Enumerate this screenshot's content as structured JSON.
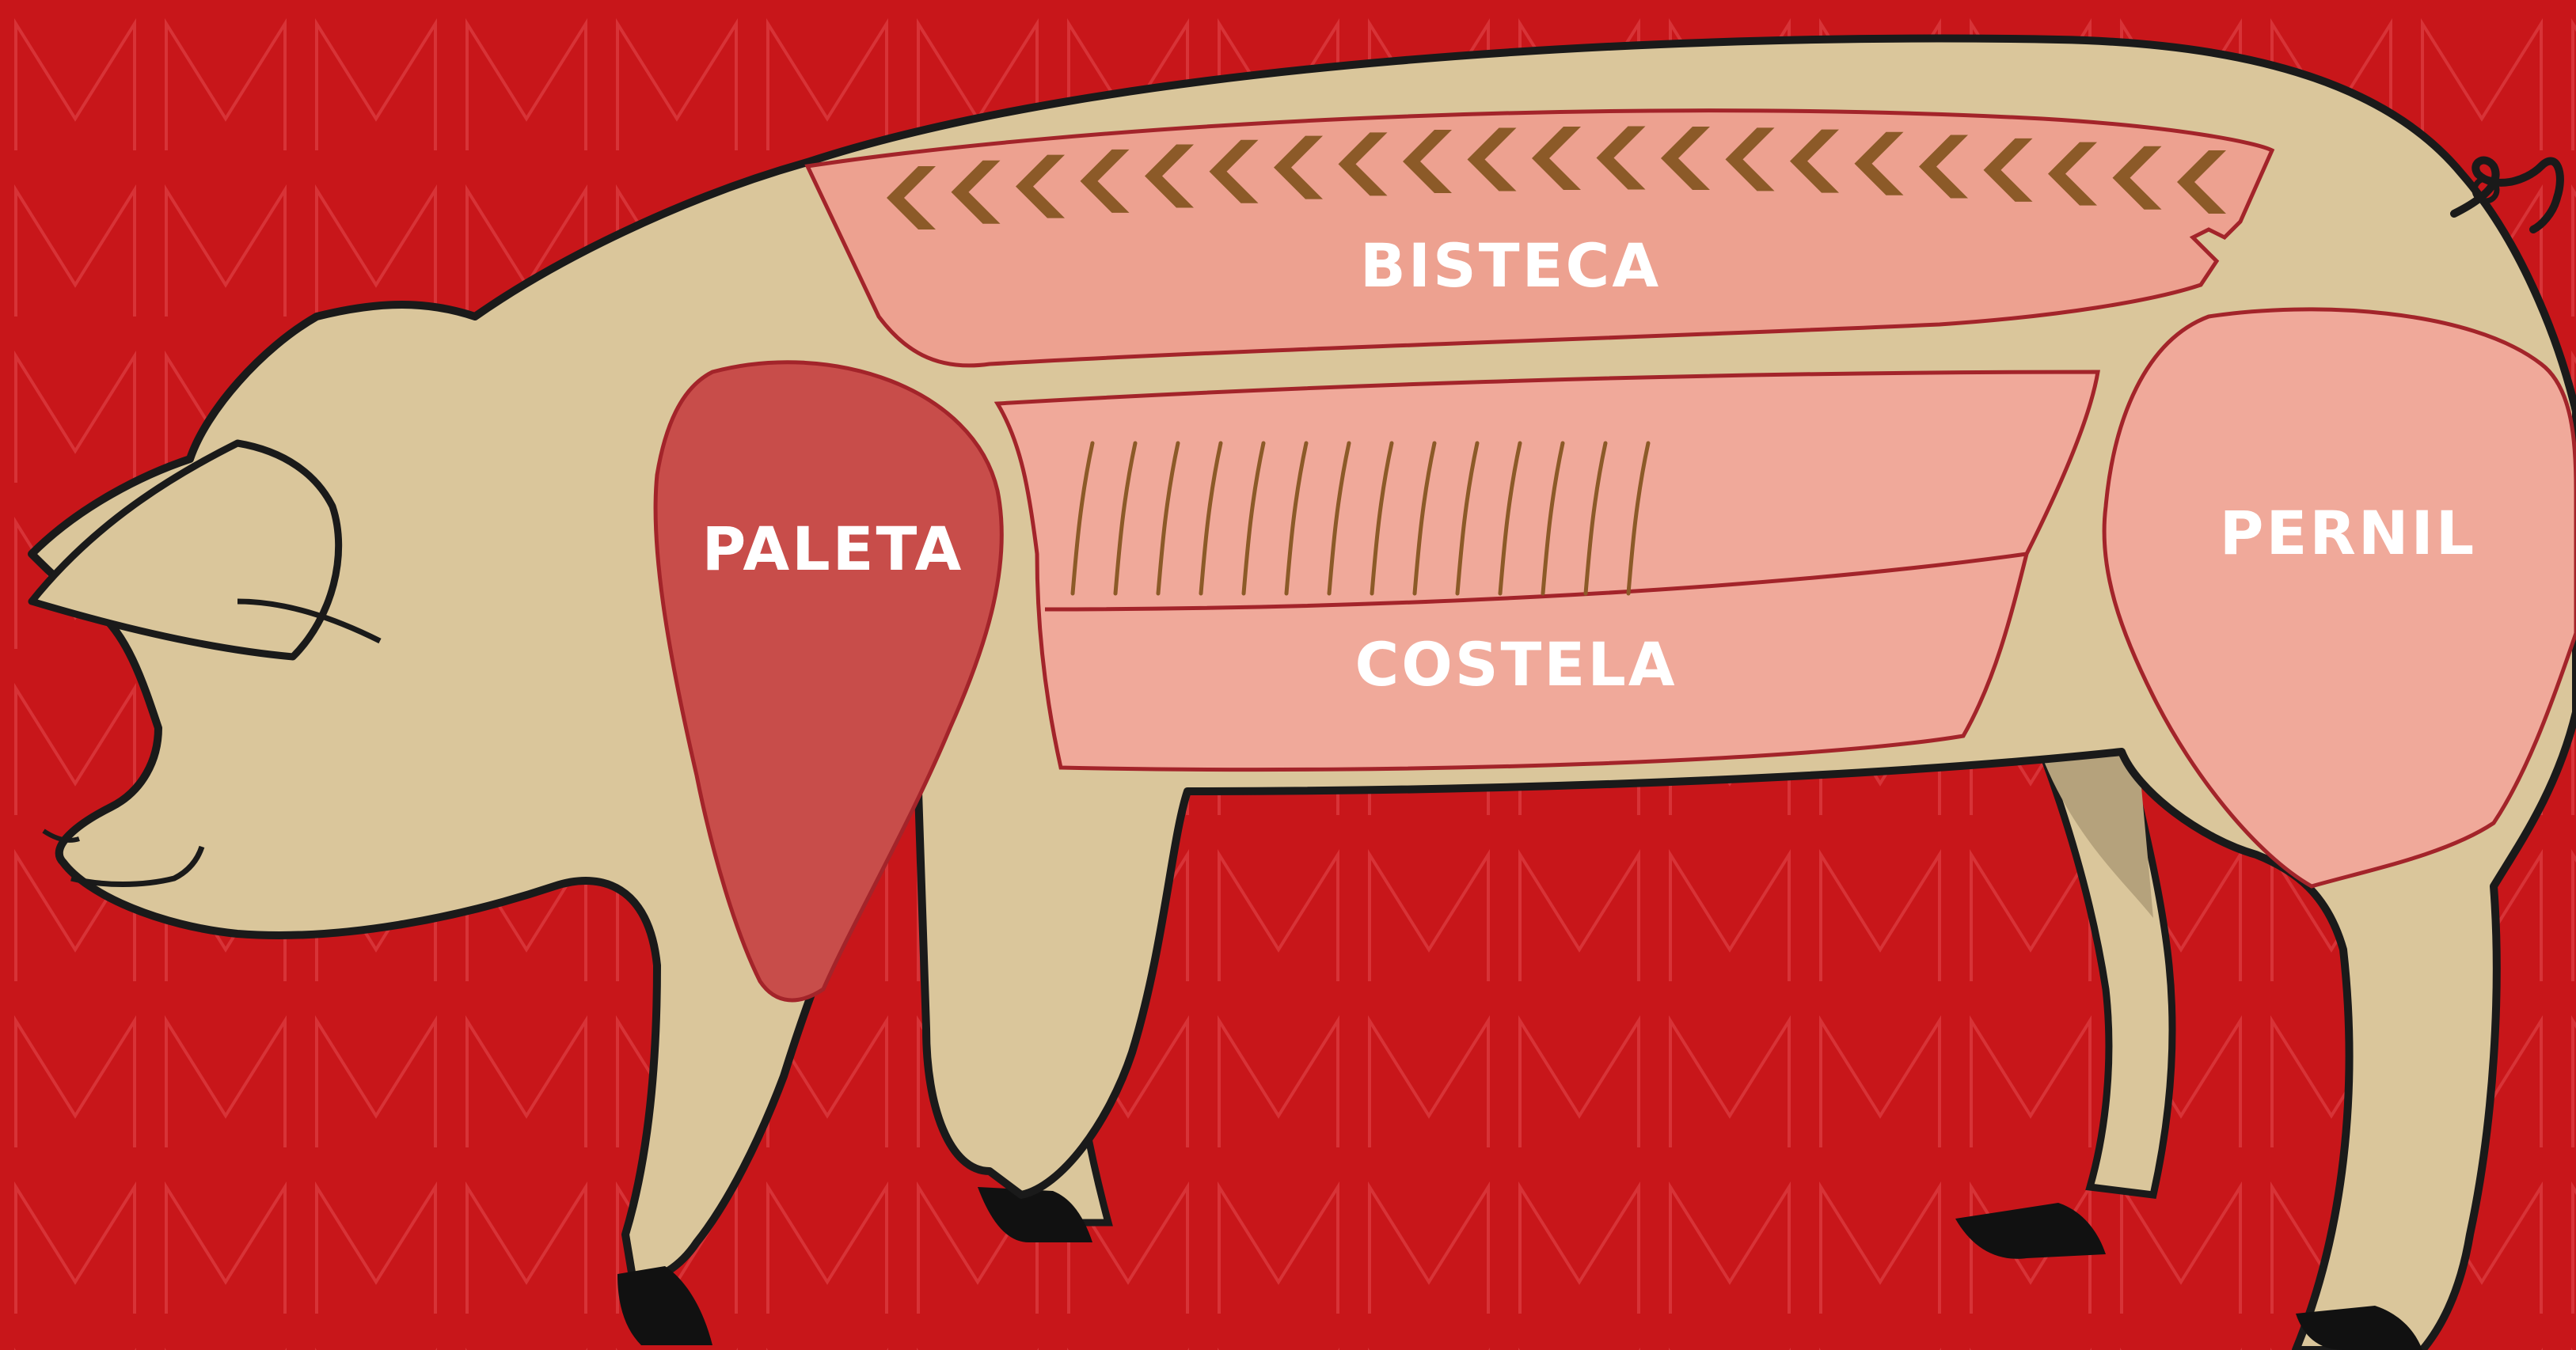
{
  "colors": {
    "background": "#c8161a",
    "pattern_stroke": "#d9363a",
    "pig_body": "#dac69b",
    "pig_shadow": "#b5a27c",
    "outline": "#1a1a1a",
    "hoof": "#111111",
    "cut_light": "#eda190",
    "cut_pink": "#f0a99a",
    "cut_dark": "#c84d4a",
    "cut_border": "#a3242a",
    "marbling": "#8c5a28",
    "label": "#ffffff"
  },
  "background_pattern": "repeated-M-watermark",
  "cuts": [
    {
      "id": "bisteca",
      "label": "BISTECA"
    },
    {
      "id": "costela",
      "label": "COSTELA"
    },
    {
      "id": "paleta",
      "label": "PALETA"
    },
    {
      "id": "pernil",
      "label": "PERNIL"
    }
  ]
}
